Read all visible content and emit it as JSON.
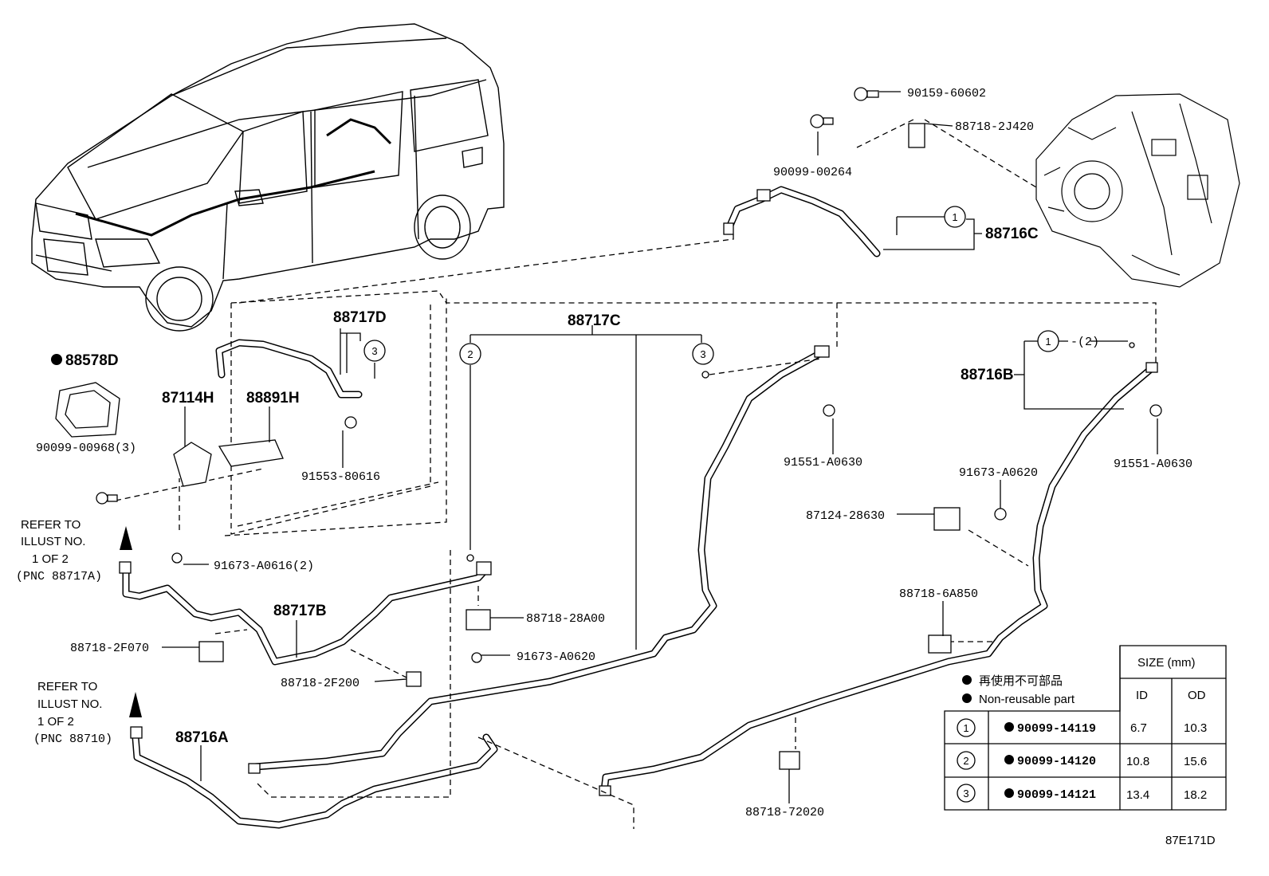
{
  "diagram_code": "87E171D",
  "labels": {
    "p90159": "90159-60602",
    "p88718_2J420": "88718-2J420",
    "p90099_00264": "90099-00264",
    "p88716C": "88716C",
    "p88717D": "88717D",
    "p88717C": "88717C",
    "p88716B": "88716B",
    "p88578D": "88578D",
    "p87114H": "87114H",
    "p88891H": "88891H",
    "p90099_00968": "90099-00968(3)",
    "p91553": "91553-80616",
    "p91551_a": "91551-A0630",
    "p91551_b": "91551-A0630",
    "p91673_A0620_r": "91673-A0620",
    "p87124": "87124-28630",
    "p91673_A0616": "91673-A0616(2)",
    "p88717B": "88717B",
    "p88718_28A00": "88718-28A00",
    "p91673_A0620_c": "91673-A0620",
    "p88718_2F070": "88718-2F070",
    "p88718_2F200": "88718-2F200",
    "p88718_6A850": "88718-6A850",
    "p88716A": "88716A",
    "p88718_72020": "88718-72020",
    "qty2": "-(2)"
  },
  "refer_a": [
    "REFER TO",
    "ILLUST NO.",
    "1 OF 2",
    "(PNC 88717A)"
  ],
  "refer_b": [
    "REFER TO",
    "ILLUST NO.",
    "1 OF 2",
    "(PNC 88710)"
  ],
  "circle_refs": [
    "1",
    "2",
    "3"
  ],
  "legend": {
    "reuse_jp": "再使用不可部品",
    "reuse_en": "Non-reusable part",
    "size_header": "SIZE (mm)",
    "id_header": "ID",
    "od_header": "OD",
    "rows": [
      {
        "ref": "1",
        "part": "90099-14119",
        "id": "6.7",
        "od": "10.3"
      },
      {
        "ref": "2",
        "part": "90099-14120",
        "id": "10.8",
        "od": "15.6"
      },
      {
        "ref": "3",
        "part": "90099-14121",
        "id": "13.4",
        "od": "18.2"
      }
    ]
  }
}
